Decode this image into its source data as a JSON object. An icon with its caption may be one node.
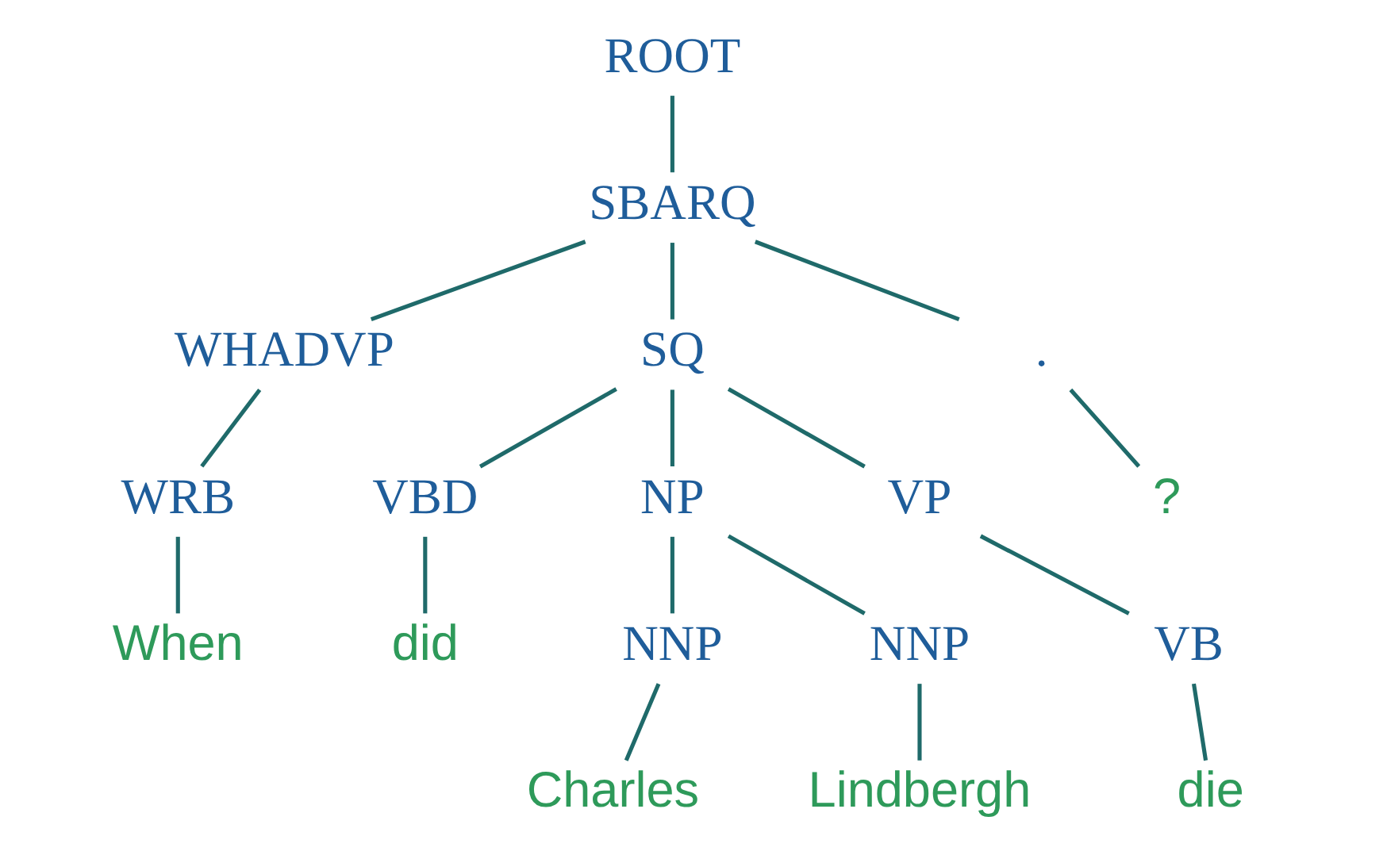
{
  "diagram": {
    "nodes": [
      {
        "text": [
          "ROOT"
        ]
      },
      {
        "text": [
          "SBARQ"
        ]
      },
      {
        "text": [
          "WHADVP"
        ]
      },
      {
        "text": [
          "SQ"
        ]
      },
      {
        "text": [
          "."
        ]
      },
      {
        "text": [
          "WRB"
        ]
      },
      {
        "text": [
          "VBD"
        ]
      },
      {
        "text": [
          "NP"
        ]
      },
      {
        "text": [
          "VP"
        ]
      },
      {
        "text": [
          "?"
        ]
      },
      {
        "text": [
          "When"
        ]
      },
      {
        "text": [
          "did"
        ]
      },
      {
        "text": [
          "NNP"
        ]
      },
      {
        "text": [
          "NNP"
        ]
      },
      {
        "text": [
          "VB"
        ]
      },
      {
        "text": [
          "Charles"
        ]
      },
      {
        "text": [
          "Lindbergh"
        ]
      },
      {
        "text": [
          "die"
        ]
      }
    ],
    "edges": [
      {
        "from": 0,
        "to": 1,
        "arrow": "none"
      },
      {
        "from": 1,
        "to": 2,
        "arrow": "none"
      },
      {
        "from": 1,
        "to": 3,
        "arrow": "none"
      },
      {
        "from": 1,
        "to": 4,
        "arrow": "none"
      },
      {
        "from": 2,
        "to": 5,
        "arrow": "none"
      },
      {
        "from": 3,
        "to": 6,
        "arrow": "none"
      },
      {
        "from": 3,
        "to": 7,
        "arrow": "none"
      },
      {
        "from": 3,
        "to": 8,
        "arrow": "none"
      },
      {
        "from": 4,
        "to": 9,
        "arrow": "none"
      },
      {
        "from": 5,
        "to": 10,
        "arrow": "none"
      },
      {
        "from": 6,
        "to": 11,
        "arrow": "none"
      },
      {
        "from": 7,
        "to": 12,
        "arrow": "none"
      },
      {
        "from": 7,
        "to": 13,
        "arrow": "none"
      },
      {
        "from": 8,
        "to": 14,
        "arrow": "none"
      },
      {
        "from": 12,
        "to": 15,
        "arrow": "none"
      },
      {
        "from": 13,
        "to": 16,
        "arrow": "none"
      },
      {
        "from": 14,
        "to": 17,
        "arrow": "none"
      }
    ]
  }
}
